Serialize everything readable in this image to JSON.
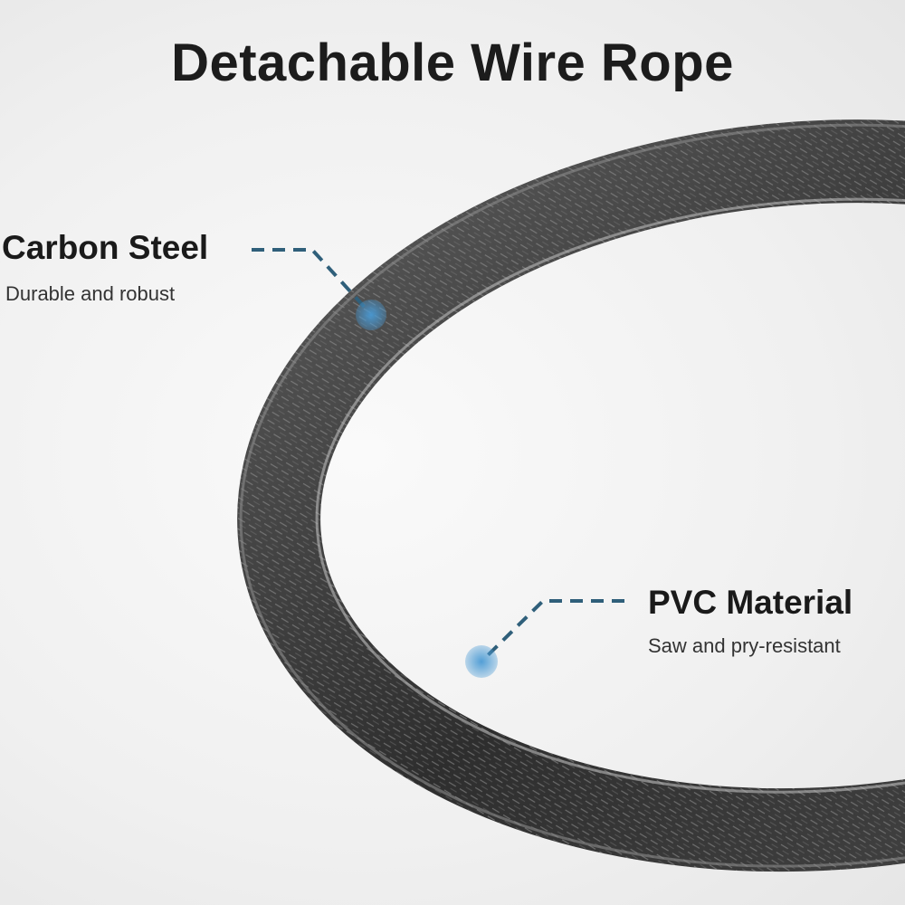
{
  "title": "Detachable Wire Rope",
  "callouts": [
    {
      "title": "Carbon Steel",
      "description": "Durable and robust"
    },
    {
      "title": "PVC Material",
      "description": "Saw and pry-resistant"
    }
  ],
  "colors": {
    "accent": "#3f8fc4",
    "leader": "#2f5f7a",
    "cable": "#3a3a3a"
  }
}
